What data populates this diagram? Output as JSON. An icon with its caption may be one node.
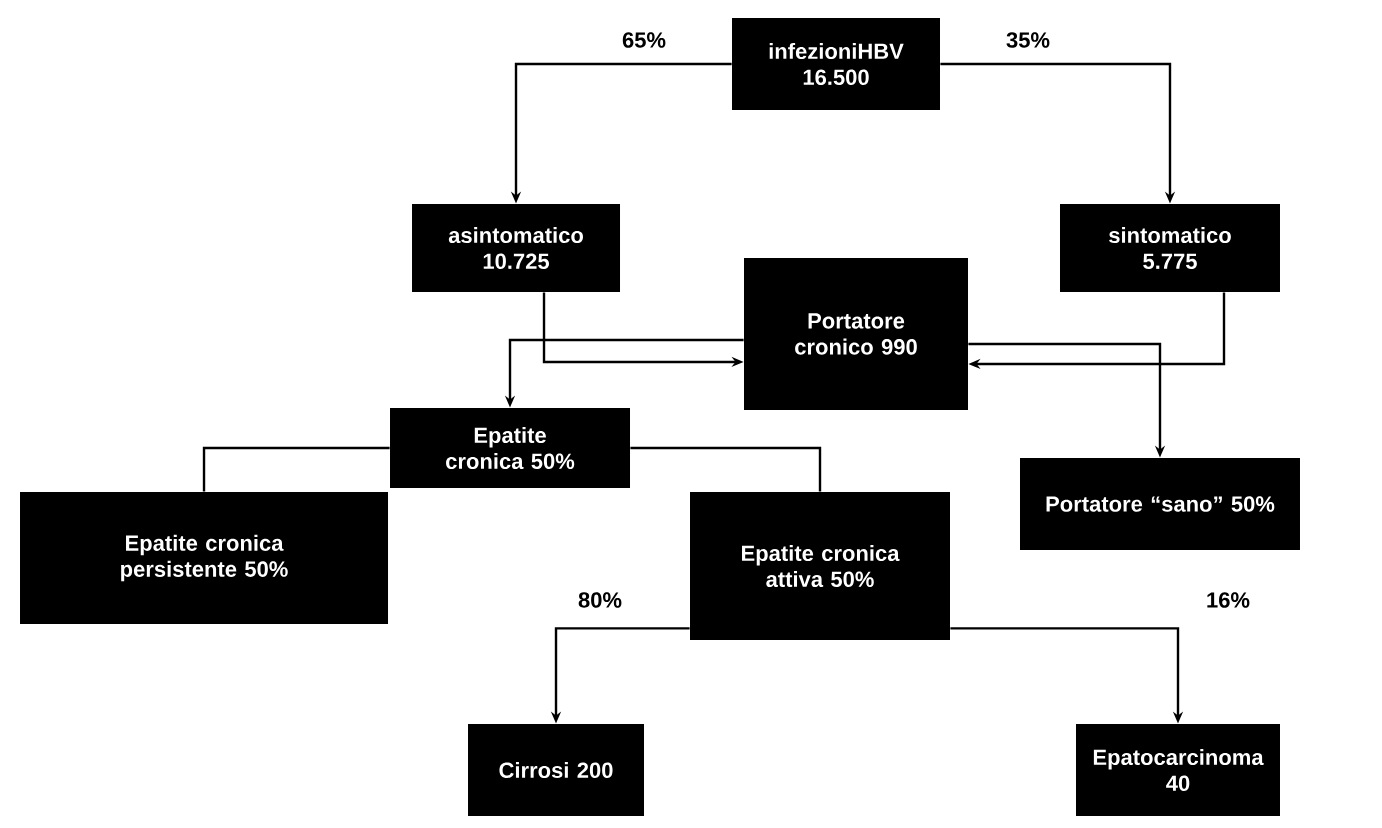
{
  "diagram": {
    "nodes": [
      {
        "text": [
          "infezioniHBV 16.500"
        ]
      },
      {
        "text": [
          "asintomatico 10.725"
        ]
      },
      {
        "text": [
          "sintomatico 5.775"
        ]
      },
      {
        "text": [
          "Portatore cronico 990"
        ]
      },
      {
        "text": [
          "Epatite cronica 50%"
        ]
      },
      {
        "text": [
          "Portatore “sano” 50%"
        ]
      },
      {
        "text": [
          "Epatite cronica persistente 50%"
        ]
      },
      {
        "text": [
          "Epatite cronica attiva 50%"
        ]
      },
      {
        "text": [
          "Cirrosi 200"
        ]
      },
      {
        "text": [
          "Epatocarcinoma 40"
        ]
      }
    ],
    "edges": [
      {
        "from": 0,
        "to": 1,
        "arrow": "to",
        "label": "65%"
      },
      {
        "from": 0,
        "to": 2,
        "arrow": "to",
        "label": "35%"
      },
      {
        "from": 1,
        "to": 3,
        "arrow": "to"
      },
      {
        "from": 2,
        "to": 3,
        "arrow": "to"
      },
      {
        "from": 3,
        "to": 4,
        "arrow": "to"
      },
      {
        "from": 3,
        "to": 5,
        "arrow": "to"
      },
      {
        "from": 4,
        "to": 6,
        "arrow": "none"
      },
      {
        "from": 4,
        "to": 7,
        "arrow": "none"
      },
      {
        "from": 7,
        "to": 8,
        "arrow": "to",
        "label": "80%"
      },
      {
        "from": 7,
        "to": 9,
        "arrow": "to",
        "label": "16%"
      }
    ]
  }
}
